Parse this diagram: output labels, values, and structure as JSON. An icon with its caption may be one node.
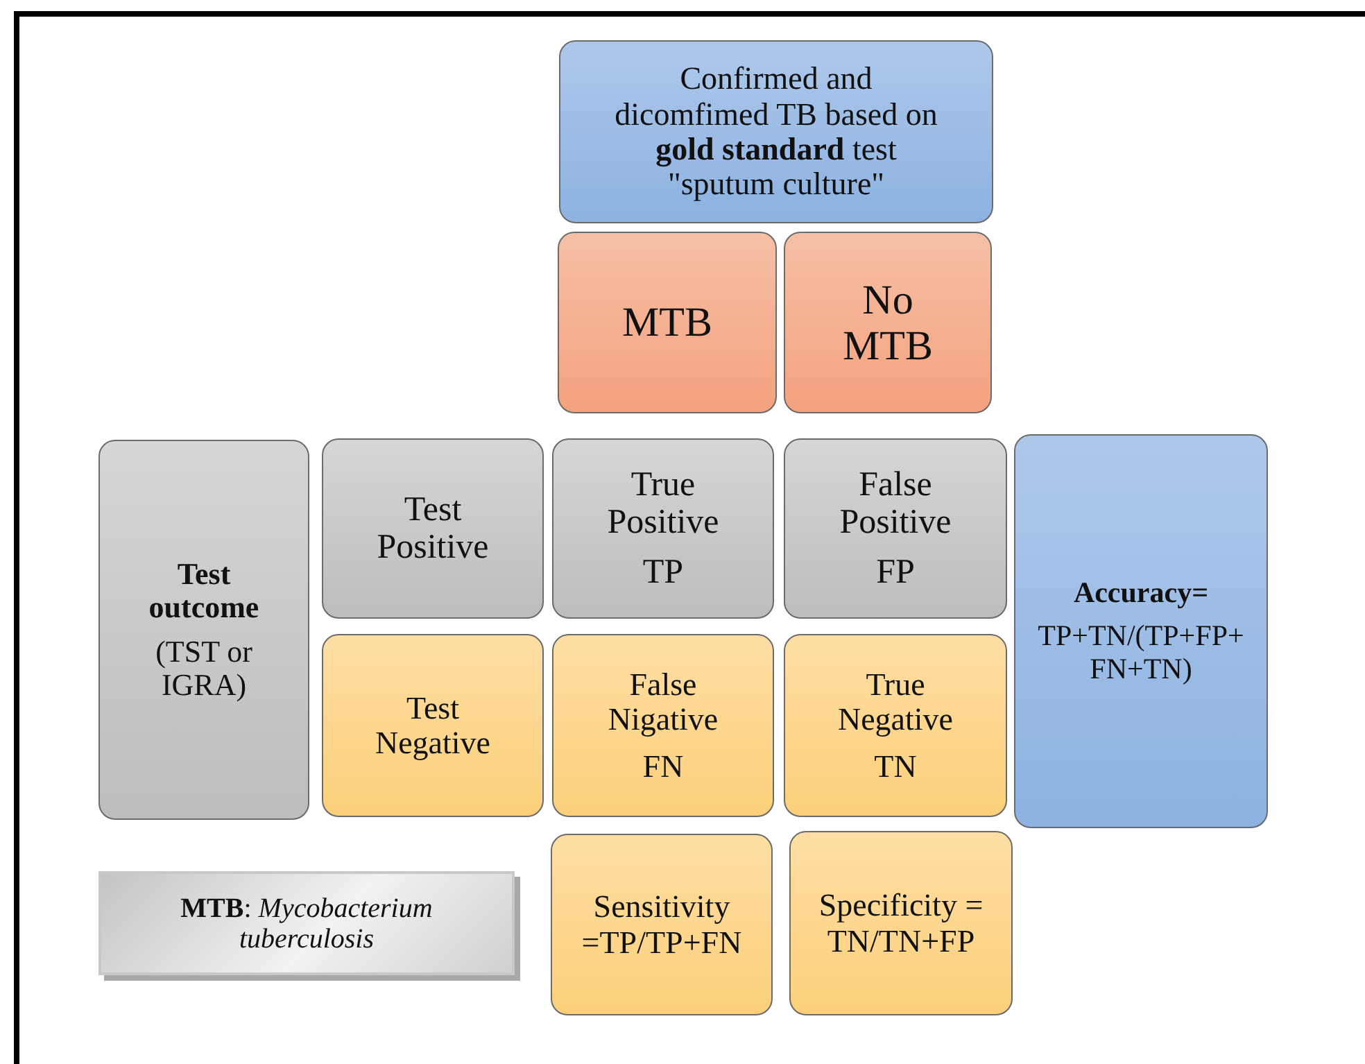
{
  "diagram": {
    "nodes": [
      {
        "text": [
          "Confirmed and dicomfimed TB based on **gold standard** test \"sputum culture\""
        ]
      },
      {
        "text": [
          "MTB"
        ]
      },
      {
        "text": [
          "No MTB"
        ]
      },
      {
        "text": [
          "Test outcome",
          "(TST or IGRA)"
        ]
      },
      {
        "text": [
          "Test Positive"
        ]
      },
      {
        "text": [
          "True Positive",
          "TP"
        ]
      },
      {
        "text": [
          "False Positive",
          "FP"
        ]
      },
      {
        "text": [
          "Accuracy=",
          "TP+TN/(TP+FP+FN+TN)"
        ]
      },
      {
        "text": [
          "Test Negative"
        ]
      },
      {
        "text": [
          "False Nigative",
          "FN"
        ]
      },
      {
        "text": [
          "True Negative",
          "TN"
        ]
      },
      {
        "text": [
          "**MTB**: *Mycobacterium tuberculosis*"
        ]
      },
      {
        "text": [
          "Sensitivity =TP/TP+FN"
        ]
      },
      {
        "text": [
          "Specificity = TN/TN+FP"
        ]
      }
    ]
  }
}
